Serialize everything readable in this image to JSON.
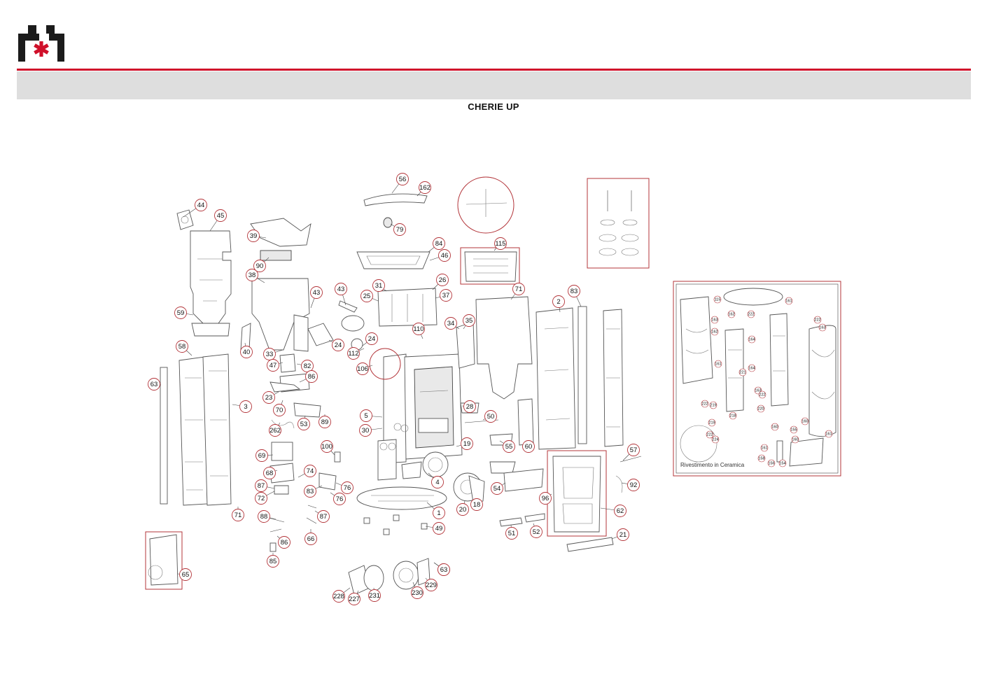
{
  "header": {
    "title": "CHERIE UP",
    "brand_color": "#d0102a",
    "band_color": "#dedede"
  },
  "logo": {
    "icon": "company-logo-icon"
  },
  "diagram": {
    "type": "exploded-parts-view",
    "callouts": [
      "44",
      "45",
      "39",
      "90",
      "38",
      "59",
      "43",
      "43",
      "40",
      "33",
      "47",
      "82",
      "58",
      "63",
      "86",
      "23",
      "3",
      "70",
      "53",
      "89",
      "262",
      "69",
      "68",
      "74",
      "87",
      "72",
      "83",
      "76",
      "76",
      "71",
      "88",
      "87",
      "86",
      "66",
      "85",
      "65",
      "56",
      "162",
      "79",
      "84",
      "46",
      "31",
      "25",
      "26",
      "37",
      "110",
      "24",
      "24",
      "112",
      "106",
      "5",
      "30",
      "28",
      "50",
      "19",
      "4",
      "1",
      "49",
      "18",
      "20",
      "55",
      "54",
      "96",
      "51",
      "52",
      "115",
      "71",
      "34",
      "35",
      "2",
      "83",
      "60",
      "57",
      "92",
      "62",
      "21",
      "100",
      "229",
      "228",
      "227",
      "231",
      "230",
      "229",
      "63"
    ],
    "ceramic_inset": {
      "caption": "Rivestimento in Ceramica",
      "callouts": [
        "115",
        "161",
        "162",
        "222",
        "222",
        "163",
        "161",
        "162",
        "164",
        "164",
        "163",
        "221",
        "222",
        "219",
        "218",
        "219",
        "222",
        "224",
        "222",
        "220",
        "160",
        "161",
        "158",
        "156",
        "154",
        "155",
        "160",
        "161",
        "160",
        "163"
      ]
    }
  }
}
